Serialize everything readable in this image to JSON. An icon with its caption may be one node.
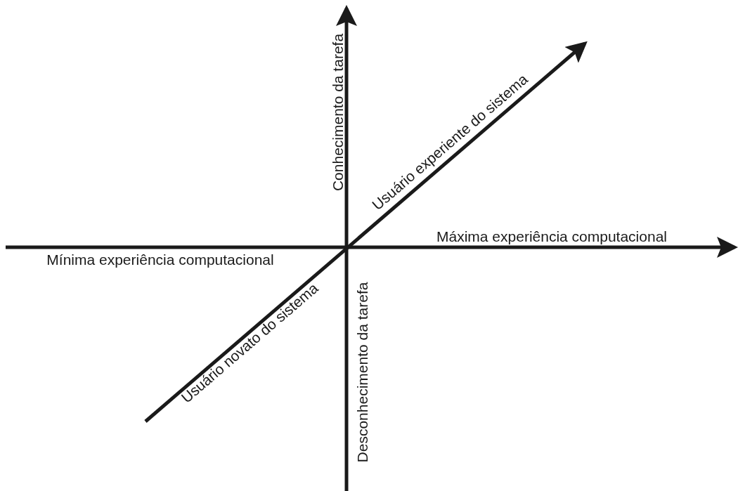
{
  "diagram": {
    "labels": [
      "Conhecimento da tarefa",
      "Usuário experiente do sistema",
      "Máxima experiência computacional",
      "Mínima experiência computacional",
      "Usuário novato do sistema",
      "Desconhecimento da tarefa"
    ]
  }
}
